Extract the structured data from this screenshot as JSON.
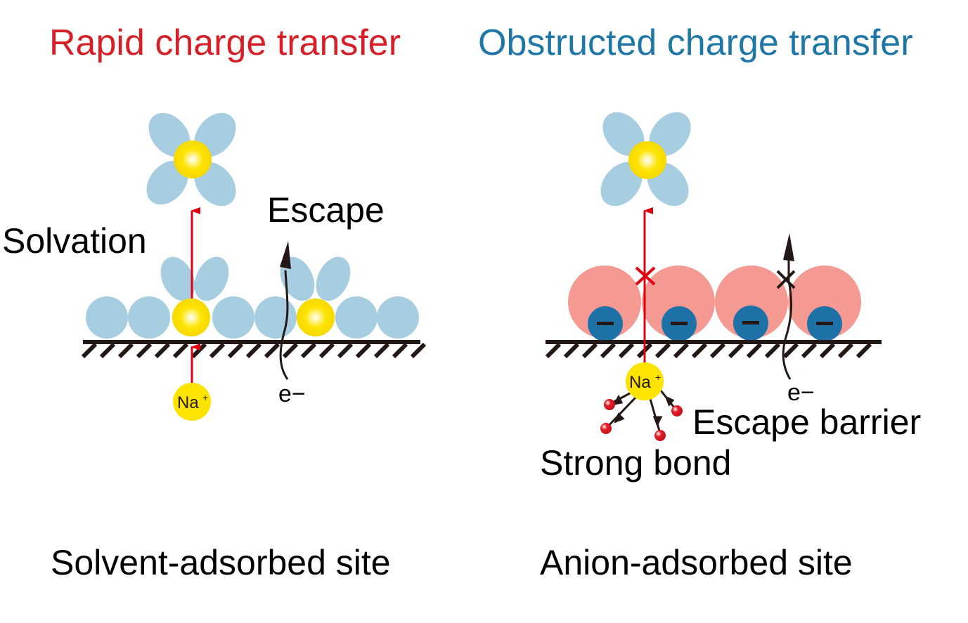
{
  "panels": [
    {
      "title": "Rapid charge transfer",
      "title_color": "#d62027",
      "label_solvation": "Solvation",
      "label_escape": "Escape",
      "label_ion": "Na",
      "label_ion_sup": "+",
      "label_electron": "e−",
      "caption": "Solvent-adsorbed site"
    },
    {
      "title": "Obstructed charge transfer",
      "title_color": "#1f77a8",
      "label_ion": "Na",
      "label_ion_sup": "+",
      "label_electron": "e−",
      "label_escape_barrier": "Escape barrier",
      "label_strong_bond": "Strong bond",
      "anion_symbol": "−",
      "caption": "Anion-adsorbed site"
    }
  ],
  "colors": {
    "solvent": "#a6cde0",
    "cation": "#fde400",
    "anion_shell": "#f59a93",
    "anion_core": "#1f72a8",
    "arrow_red": "#e1000f",
    "oxygen": "#e0202a",
    "ink": "#231815"
  }
}
